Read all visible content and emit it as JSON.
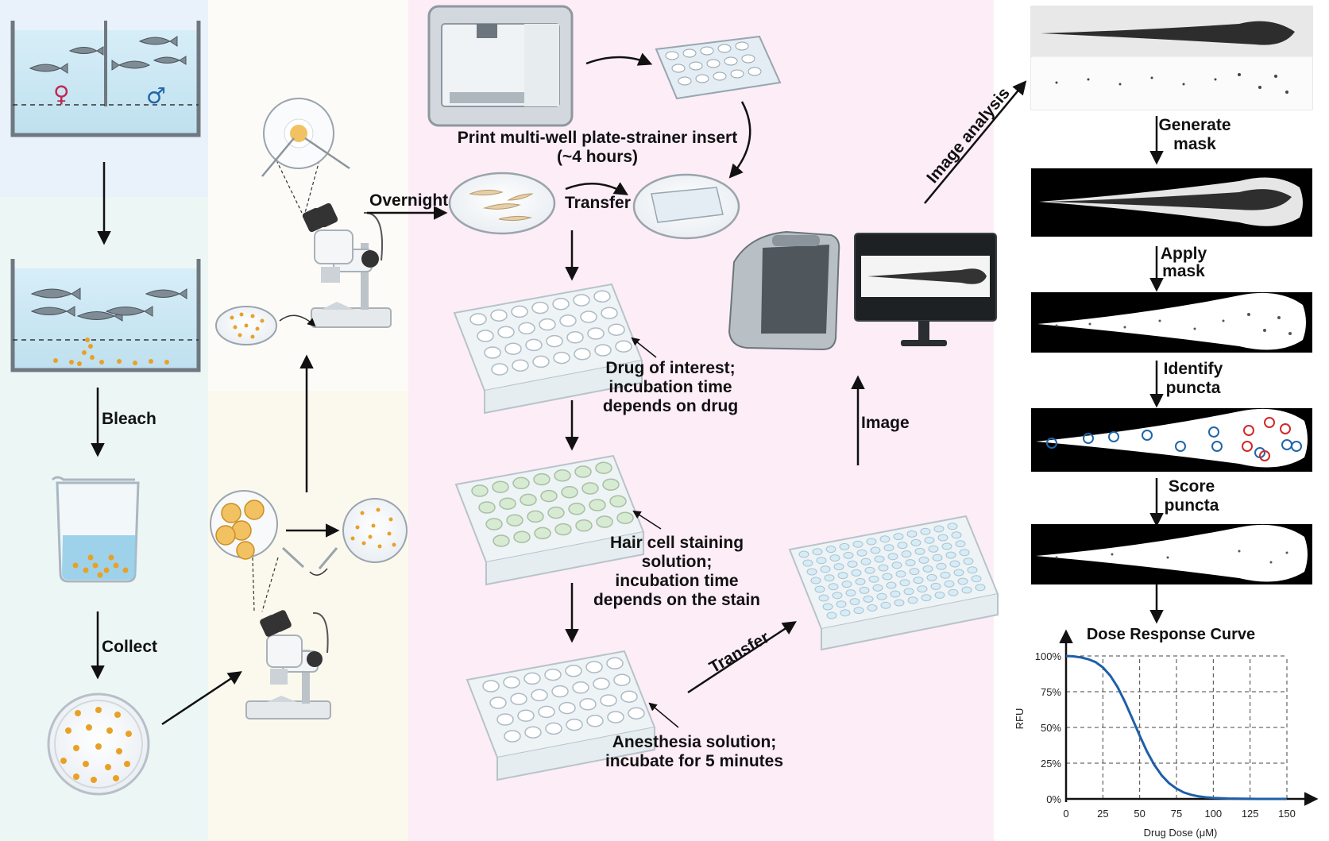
{
  "labels": {
    "bleach": "Bleach",
    "collect": "Collect",
    "overnight": "Overnight",
    "transfer_dish": "Transfer",
    "print_line1": "Print multi-well plate-strainer insert",
    "print_line2": "(~4 hours)",
    "drug_line1": "Drug of interest;",
    "drug_line2": "incubation time",
    "drug_line3": "depends on drug",
    "stain_line1": "Hair cell staining",
    "stain_line2": "solution;",
    "stain_line3": "incubation time",
    "stain_line4": "depends on the stain",
    "anes_line1": "Anesthesia solution;",
    "anes_line2": "incubate for 5 minutes",
    "transfer_plate": "Transfer",
    "image": "Image",
    "image_analysis": "Image analysis",
    "gen_mask_1": "Generate",
    "gen_mask_2": "mask",
    "apply_mask_1": "Apply",
    "apply_mask_2": "mask",
    "identify_1": "Identify",
    "identify_2": "puncta",
    "score_1": "Score",
    "score_2": "puncta",
    "female": "♀",
    "male": "♂"
  },
  "colors": {
    "panel_blue": "#e9f1fb",
    "panel_mint": "#ecf7f5",
    "panel_cream": "#fbf9ee",
    "panel_pink": "#fdebf5",
    "water": "#cfe9f6",
    "egg": "#e8a126",
    "curve": "#1f5fa8",
    "female": "#c0284f",
    "male": "#2166a8"
  },
  "chart_data": {
    "type": "line",
    "title": "Dose Response Curve",
    "xlabel": "Drug Dose (μM)",
    "ylabel": "RFU",
    "xlim": [
      0,
      150
    ],
    "ylim": [
      0,
      100
    ],
    "x_ticks": [
      "0",
      "25",
      "50",
      "75",
      "100",
      "125",
      "150"
    ],
    "y_ticks": [
      "0%",
      "25%",
      "50%",
      "75%",
      "100%"
    ],
    "grid": true,
    "series": [
      {
        "x": [
          0,
          5,
          10,
          15,
          20,
          25,
          30,
          35,
          40,
          45,
          50,
          55,
          60,
          65,
          70,
          75,
          80,
          85,
          90,
          95,
          100,
          110,
          120,
          130,
          140,
          150
        ],
        "values": [
          100,
          99.7,
          99,
          97.8,
          95.7,
          92,
          86.3,
          78.2,
          67.9,
          56.2,
          44.2,
          33.1,
          23.7,
          16.4,
          11,
          7.2,
          4.5,
          2.9,
          1.8,
          1.1,
          0.7,
          0.3,
          0.1,
          0,
          0,
          0
        ]
      }
    ]
  }
}
